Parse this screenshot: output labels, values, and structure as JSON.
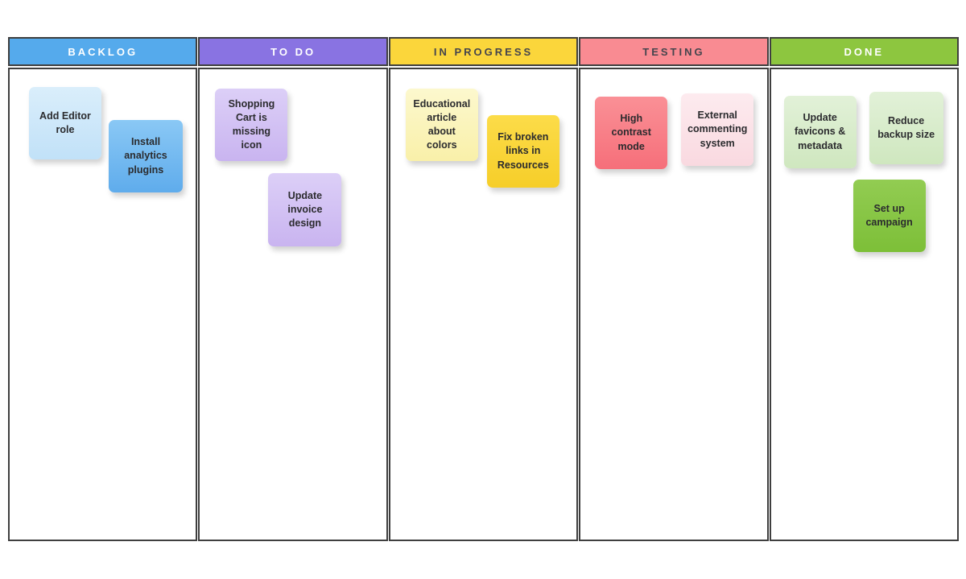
{
  "board": {
    "border_color": "#3F3F3F",
    "columns": [
      {
        "label": "BACKLOG",
        "header_bg": "#55AAEC",
        "header_text_color": "#FFFFFF",
        "notes": [
          {
            "text": "Add Editor role",
            "color": "#CDE6F9"
          },
          {
            "text": "Install analytics plugins",
            "color": "#74BBF0"
          }
        ]
      },
      {
        "label": "TO DO",
        "header_bg": "#8973E2",
        "header_text_color": "#FFFFFF",
        "notes": [
          {
            "text": "Shopping Cart is missing icon",
            "color": "#D2C1F3"
          },
          {
            "text": "Update invoice design",
            "color": "#D2C1F3"
          }
        ]
      },
      {
        "label": "IN PROGRESS",
        "header_bg": "#FBD63B",
        "header_text_color": "#45454D",
        "notes": [
          {
            "text": "Educational article about colors",
            "color": "#FAF4BB"
          },
          {
            "text": "Fix broken links in Resources",
            "color": "#F9D539"
          }
        ]
      },
      {
        "label": "TESTING",
        "header_bg": "#F98B92",
        "header_text_color": "#45454D",
        "notes": [
          {
            "text": "High contrast mode",
            "color": "#F87F87"
          },
          {
            "text": "External commenting system",
            "color": "#FBE2E7"
          }
        ]
      },
      {
        "label": "DONE",
        "header_bg": "#8DC63F",
        "header_text_color": "#FFFFFF",
        "notes": [
          {
            "text": "Update favicons & metadata",
            "color": "#D8ECCB"
          },
          {
            "text": "Reduce backup size",
            "color": "#D8ECCB"
          },
          {
            "text": "Set up campaign",
            "color": "#87C544"
          }
        ]
      }
    ]
  }
}
